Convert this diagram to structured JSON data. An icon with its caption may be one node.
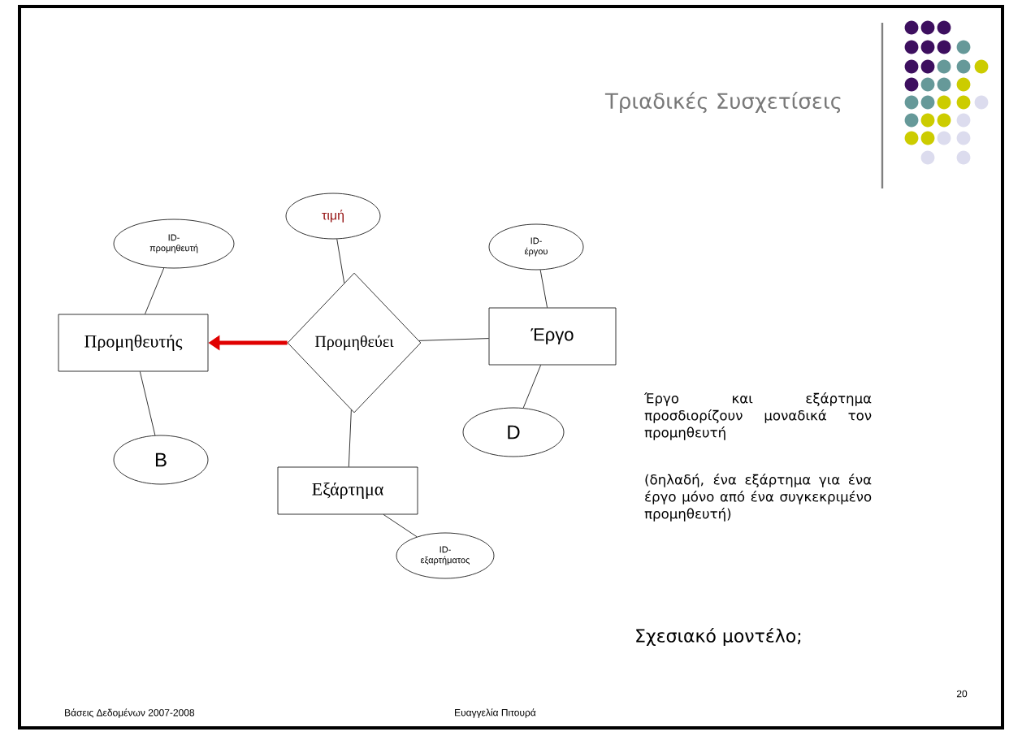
{
  "diagram": {
    "title": "Τριαδικές Συσχετίσεις",
    "nodes": [
      {
        "text": [
          "Προμηθευτής"
        ]
      },
      {
        "text": [
          "Προμηθεύει"
        ]
      },
      {
        "text": [
          "Έργο"
        ]
      },
      {
        "text": [
          "Εξάρτημα"
        ]
      },
      {
        "text": [
          "τιμή"
        ]
      },
      {
        "text": [
          "ID-προμηθευτή"
        ]
      },
      {
        "text": [
          "ID-έργου"
        ]
      },
      {
        "text": [
          "B"
        ]
      },
      {
        "text": [
          "D"
        ]
      },
      {
        "text": [
          "ID-εξαρτήματος"
        ]
      }
    ],
    "edges": [
      {
        "from": 1,
        "to": 0,
        "arrow": "to",
        "style": "thick",
        "color": "#e00000"
      },
      {
        "from": 1,
        "to": 2,
        "arrow": "none"
      },
      {
        "from": 1,
        "to": 3,
        "arrow": "none"
      },
      {
        "from": 1,
        "to": 4,
        "arrow": "none"
      },
      {
        "from": 0,
        "to": 5,
        "arrow": "none"
      },
      {
        "from": 0,
        "to": 7,
        "arrow": "none"
      },
      {
        "from": 2,
        "to": 6,
        "arrow": "none"
      },
      {
        "from": 2,
        "to": 8,
        "arrow": "none"
      },
      {
        "from": 3,
        "to": 9,
        "arrow": "none"
      }
    ],
    "labels": [
      "Έργο και εξάρτημα προσδιορίζουν μοναδικά τον προμηθευτή",
      "(δηλαδή, ένα εξάρτημα για ένα έργο μόνο από ένα συγκεκριμένο προμηθευτή)",
      "Σχεσιακό μοντέλο;",
      "Βάσεις Δεδομένων 2007-2008",
      "Ευαγγελία Πιτουρά",
      "20"
    ]
  }
}
